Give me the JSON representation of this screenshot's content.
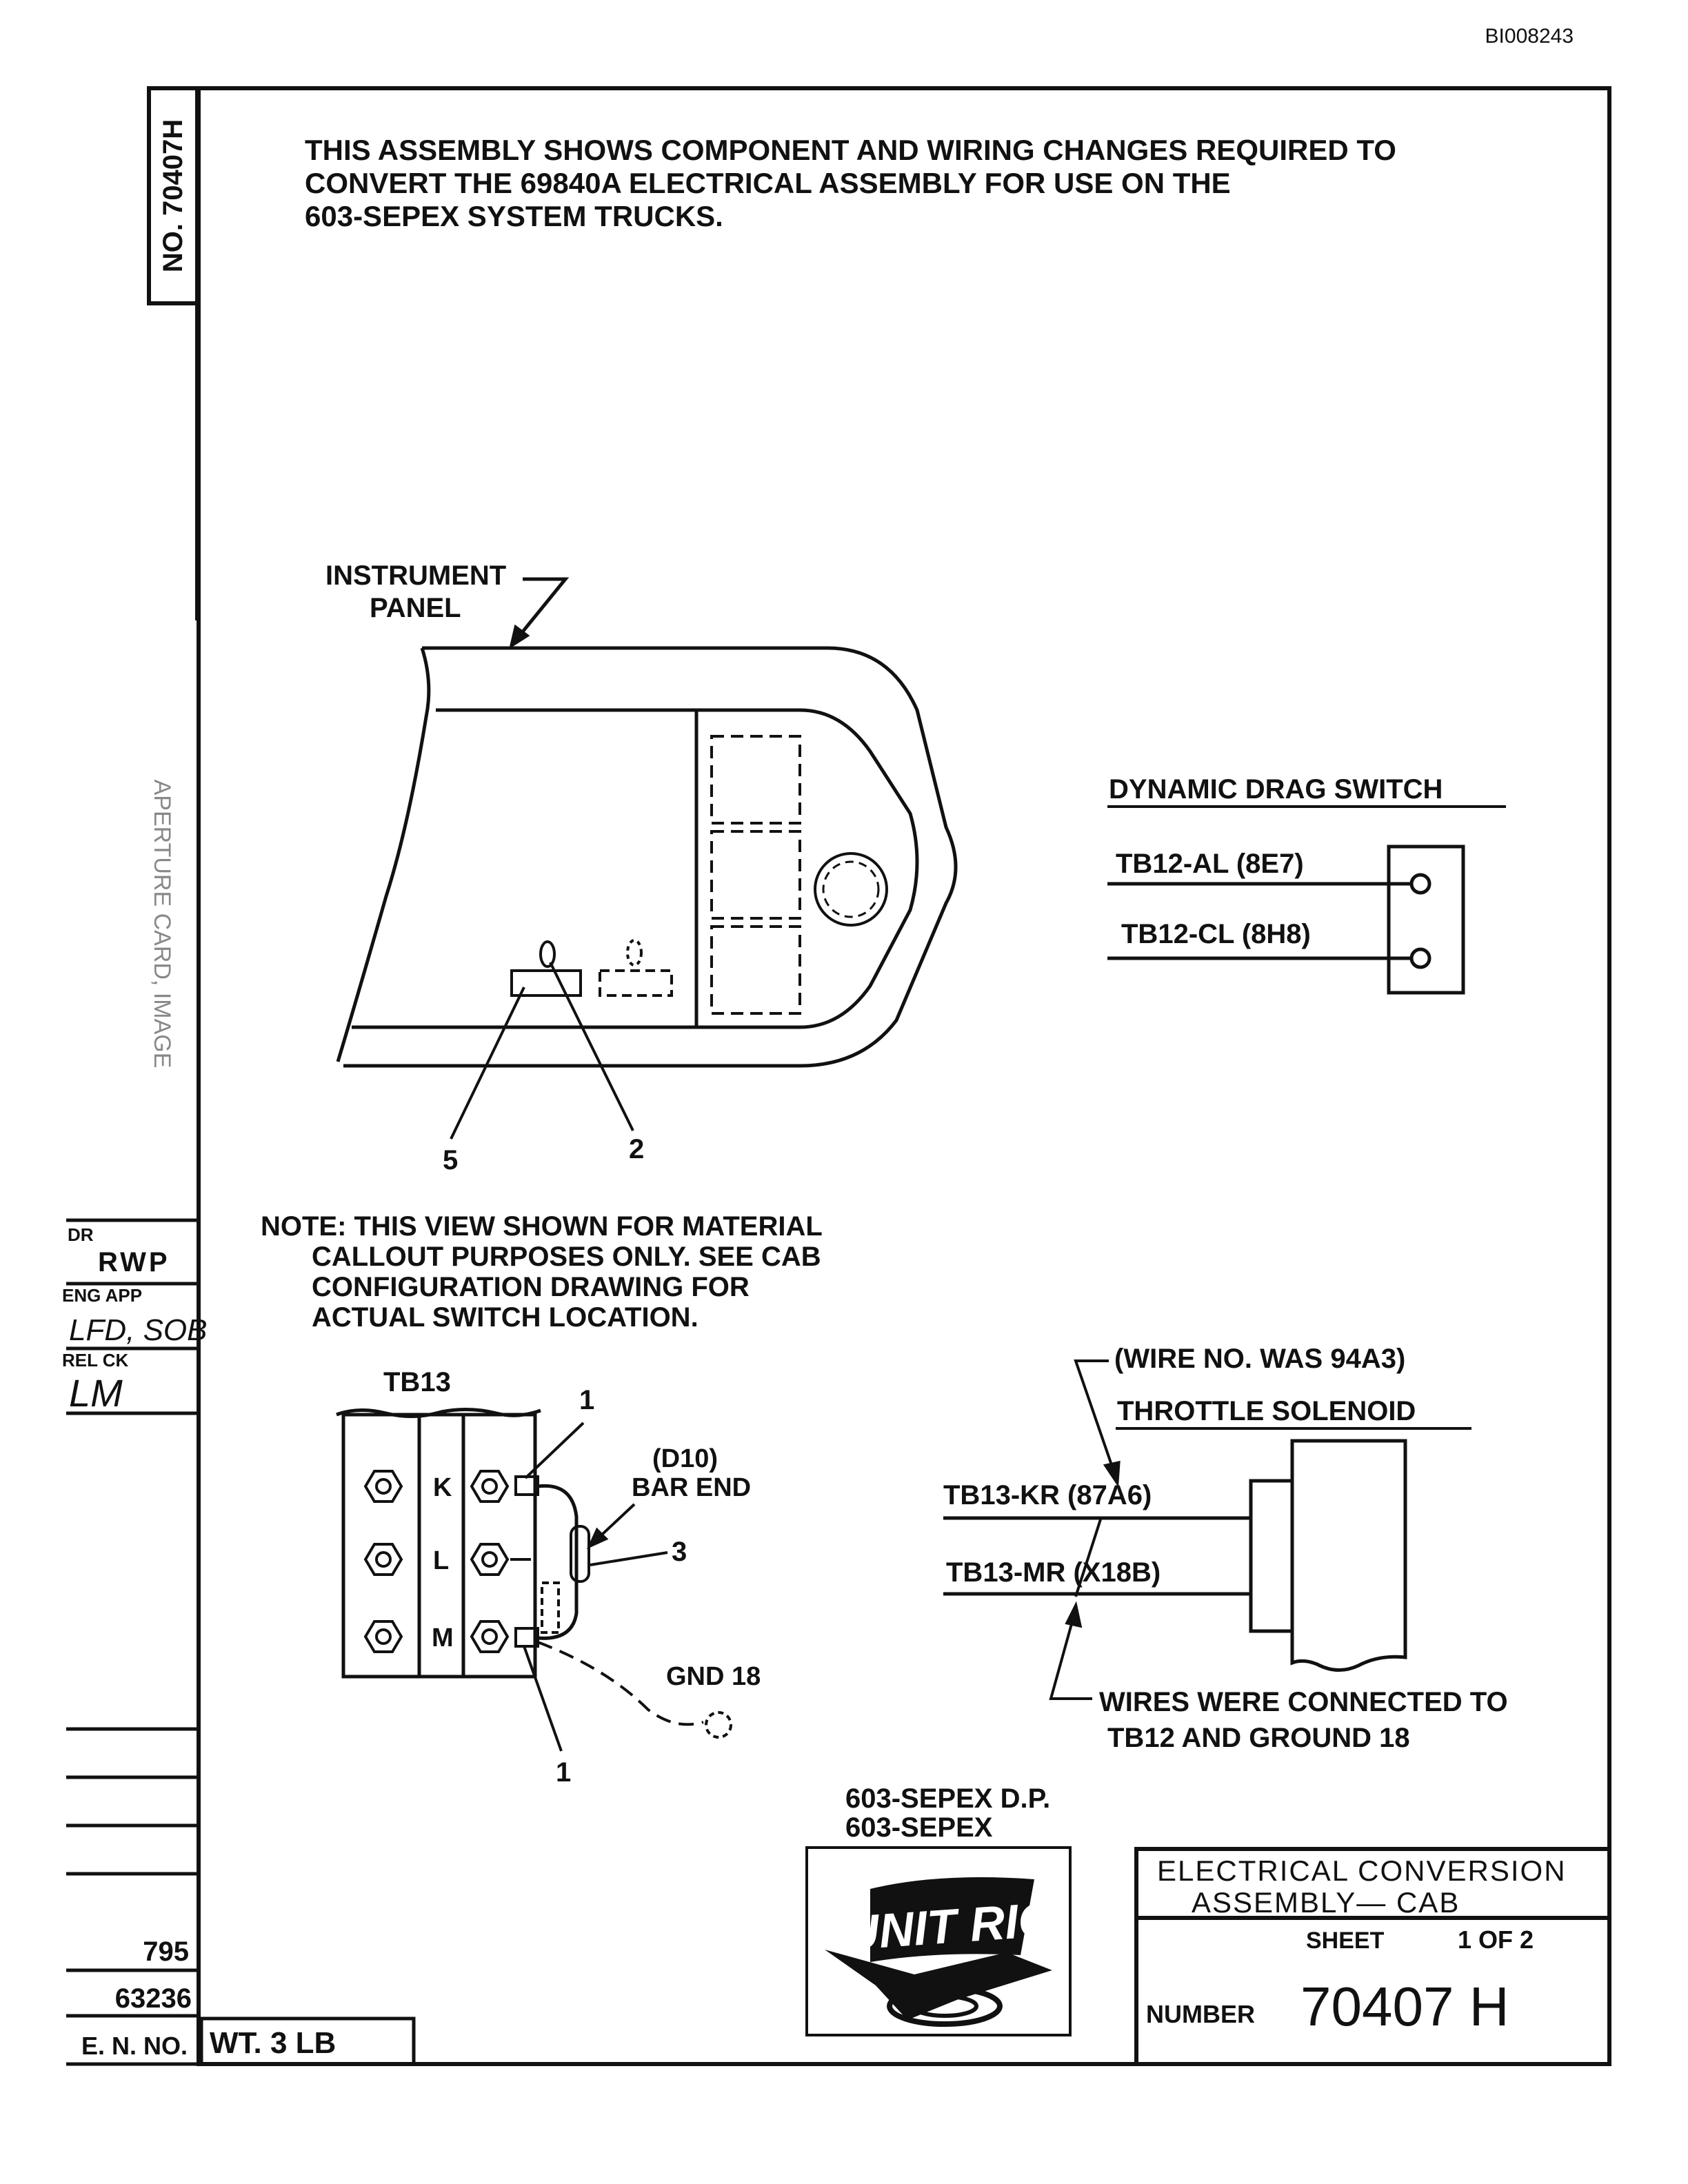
{
  "doc_id": "BI008243",
  "side_number": "NO. 70407H",
  "heading_lines": [
    "THIS ASSEMBLY SHOWS COMPONENT AND WIRING CHANGES REQUIRED TO",
    "CONVERT THE 69840A ELECTRICAL ASSEMBLY FOR USE ON THE",
    "603-SEPEX SYSTEM TRUCKS."
  ],
  "instrument_panel": {
    "label_line1": "INSTRUMENT",
    "label_line2": "PANEL",
    "callout_5": "5",
    "callout_2": "2"
  },
  "note_lines": [
    "NOTE: THIS VIEW SHOWN FOR MATERIAL",
    "CALLOUT PURPOSES ONLY. SEE CAB",
    "CONFIGURATION DRAWING FOR",
    "ACTUAL SWITCH LOCATION."
  ],
  "dynamic_drag_switch": {
    "title": "DYNAMIC DRAG SWITCH",
    "wire1": "TB12-AL (8E7)",
    "wire2": "TB12-CL (8H8)"
  },
  "tb13": {
    "title": "TB13",
    "rows": [
      "K",
      "L",
      "M"
    ],
    "callout_1_top": "1",
    "callout_1_bottom": "1",
    "d10_label": "(D10)",
    "bar_end": "BAR END",
    "callout_3": "3",
    "gnd": "GND 18"
  },
  "throttle": {
    "was_note": "(WIRE NO. WAS 94A3)",
    "title": "THROTTLE SOLENOID",
    "wire1": "TB13-KR (87A6)",
    "wire2": "TB13-MR (X18B)",
    "connected_line1": "WIRES WERE CONNECTED TO",
    "connected_line2": "TB12 AND GROUND 18"
  },
  "models": [
    "603-SEPEX D.P.",
    "603-SEPEX"
  ],
  "logo_text": "UNIT RIG",
  "title_block": {
    "title_line1": "ELECTRICAL CONVERSION",
    "title_line2": "ASSEMBLY— CAB",
    "sheet_label": "SHEET",
    "sheet_value": "1 OF 2",
    "number_label": "NUMBER",
    "number_value": "70407 H"
  },
  "approvals": {
    "dr_label": "DR",
    "dr_value": "RWP",
    "eng_app_label": "ENG APP",
    "eng_app_value": "LFD, SOB",
    "rel_ck_label": "REL CK",
    "rel_ck_value": "LM"
  },
  "revision_numbers": [
    "795",
    "63236"
  ],
  "en_no_label": "E. N. NO.",
  "weight": "WT. 3 LB",
  "margin_stamp": "APERTURE CARD, IMAGE"
}
